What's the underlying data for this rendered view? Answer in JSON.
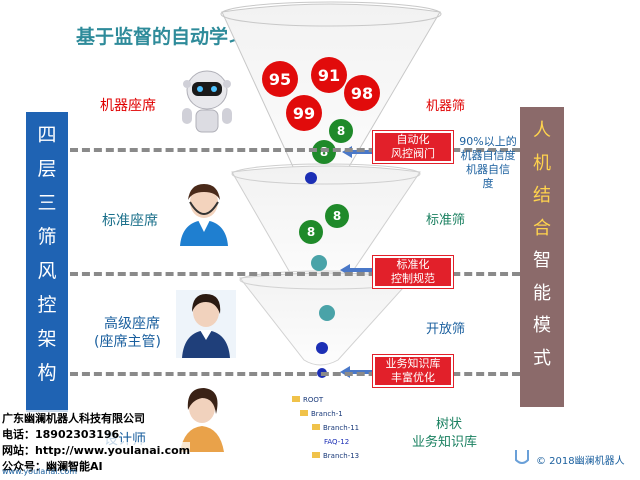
{
  "title": "基于监督的自动学习闭环",
  "left_bar": [
    "四",
    "层",
    "三",
    "筛",
    "风",
    "控",
    "架",
    "构"
  ],
  "right_bar": [
    "人",
    "机",
    "结",
    "合",
    "智",
    "能",
    "模",
    "式"
  ],
  "seats": {
    "machine": "机器座席",
    "standard": "标准座席",
    "senior_line1": "高级座席",
    "senior_line2": "(座席主管)",
    "designer": "设计师"
  },
  "sieves": {
    "machine": "机器筛",
    "standard": "标准筛",
    "open": "开放筛",
    "tree_line1": "树状",
    "tree_line2": "业务知识库"
  },
  "boxes": {
    "auto_line1": "自动化",
    "auto_line2": "风控阀门",
    "std_line1": "标准化",
    "std_line2": "控制规范",
    "kb_line1": "业务知识库",
    "kb_line2": "丰富优化"
  },
  "note": {
    "line1": "90%以上的",
    "line2": "机器自信度",
    "line3": "机器自信",
    "line4": "度"
  },
  "balls": {
    "b1": "95",
    "b2": "91",
    "b3": "98",
    "b4": "99",
    "g1": "8",
    "g2": "8",
    "g3": "8",
    "g4": "8"
  },
  "tree": {
    "root": "ROOT",
    "branch1": "Branch-1",
    "branch11": "Branch-11",
    "faq": "FAQ-12",
    "branch13": "Branch-13"
  },
  "footer": {
    "company": "广东幽澜机器人科技有限公司",
    "phone": "电话：18902303196",
    "website": "网站：http://www.youlanai.com",
    "wechat": "公众号：幽澜智能AI",
    "watermark": "www.youlanai.com"
  },
  "copyright": "© 2018幽澜机器人",
  "colors": {
    "title": "#2e8b9a",
    "left_bar": "#1f63b3",
    "right_bar": "#8b6a6a",
    "red_ball": "#e10b0b",
    "green_ball": "#1f8a2a",
    "red_box": "#e2202a"
  }
}
